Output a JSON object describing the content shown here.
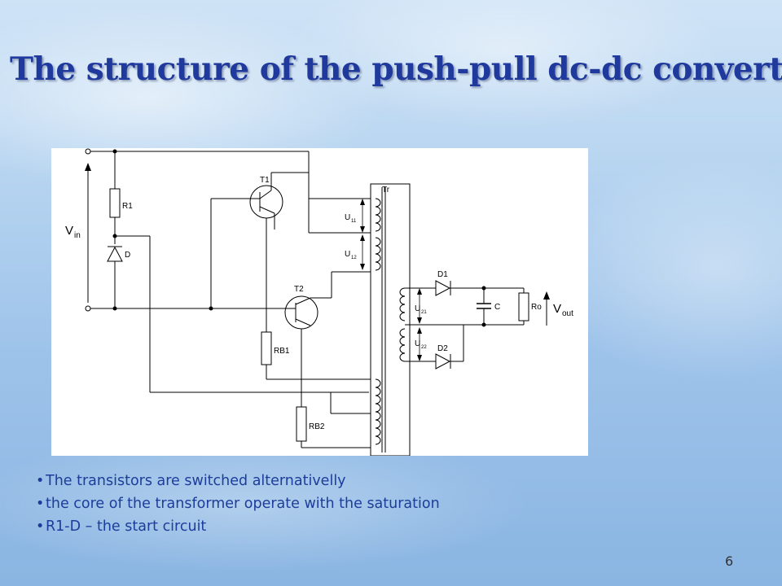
{
  "title": "The structure of the push-pull dc-dc converter",
  "diagram": {
    "labels": {
      "vin": "V",
      "vin_sub": "in",
      "r1": "R1",
      "d": "D",
      "t1": "T1",
      "t2": "T2",
      "rb1": "RB1",
      "rb2": "RB2",
      "tr": "Tr",
      "u11": "U",
      "u11_sub": "11",
      "u12": "U",
      "u12_sub": "12",
      "u21": "U",
      "u21_sub": "21",
      "u22": "U",
      "u22_sub": "22",
      "d1": "D1",
      "d2": "D2",
      "c": "C",
      "ro": "Ro",
      "vout": "V",
      "vout_sub": "out"
    }
  },
  "bullets": [
    "The transistors are switched alternativelly",
    "the core of the transformer operate with the saturation",
    "R1-D – the start circuit"
  ],
  "bullet_marker": "•",
  "page_number": "6"
}
